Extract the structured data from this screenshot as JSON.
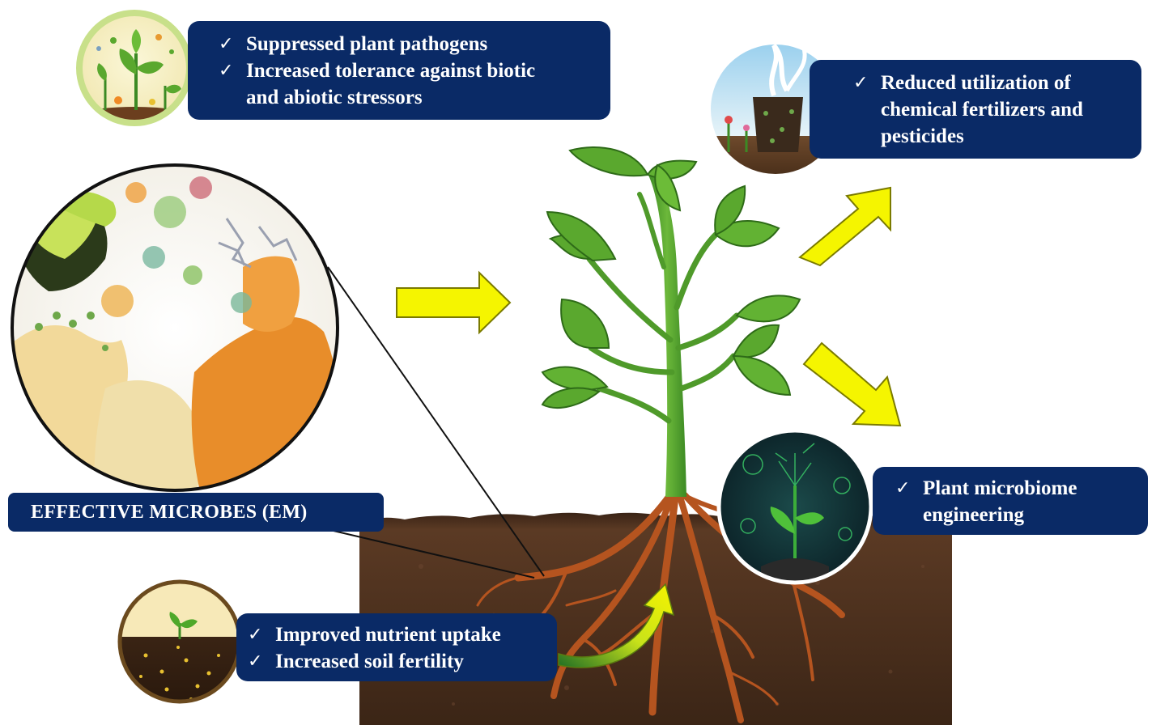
{
  "callouts": {
    "pathogens": {
      "items": [
        "Suppressed plant pathogens",
        "Increased tolerance against biotic",
        "and abiotic stressors"
      ]
    },
    "fertilizers": {
      "items": [
        "Reduced utilization of",
        "chemical fertilizers and",
        "pesticides"
      ]
    },
    "microbiome": {
      "items": [
        "Plant microbiome",
        "engineering"
      ]
    },
    "nutrients": {
      "items": [
        "Improved nutrient uptake",
        "Increased soil fertility"
      ]
    }
  },
  "em_label": "EFFECTIVE MICROBES (EM)",
  "check_glyph": "✓",
  "colors": {
    "callout_bg": "#0a2a66",
    "callout_text": "#ffffff",
    "arrow_fill": "#f5f500",
    "arrow_stroke": "#7a7a00",
    "soil": "#4a2e1c",
    "leaf": "#4f9a2a",
    "root": "#b5541f"
  }
}
